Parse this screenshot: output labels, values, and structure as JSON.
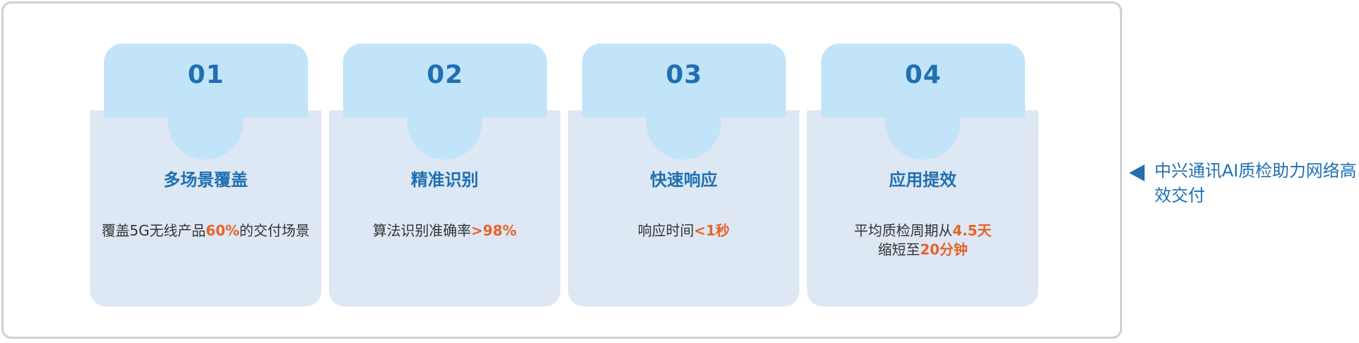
{
  "cards": [
    {
      "number": "01",
      "title": "多场景覆盖",
      "lines": [
        [
          {
            "text": "覆盖5G无线产品"
          },
          {
            "text": "60%",
            "highlight": true
          },
          {
            "text": "的交付场景"
          }
        ]
      ]
    },
    {
      "number": "02",
      "title": "精准识别",
      "lines": [
        [
          {
            "text": "算法识别准确率"
          },
          {
            "text": ">98%",
            "highlight": true
          }
        ]
      ]
    },
    {
      "number": "03",
      "title": "快速响应",
      "lines": [
        [
          {
            "text": "响应时间"
          },
          {
            "text": "<1秒",
            "highlight": true
          }
        ]
      ]
    },
    {
      "number": "04",
      "title": "应用提效",
      "lines": [
        [
          {
            "text": "平均质检周期从"
          },
          {
            "text": "4.5天",
            "highlight": true
          }
        ],
        [
          {
            "text": "缩短至"
          },
          {
            "text": "20分钟",
            "highlight": true
          }
        ]
      ]
    }
  ],
  "side_note": {
    "text": "中兴通讯AI质检助力网络高效交付",
    "icon": "triangle-left-icon"
  },
  "colors": {
    "accent": "#1f6fb2",
    "highlight": "#e8622a",
    "tab": "#c2e4f8",
    "card_body": "#dde8f4",
    "frame_border": "#d0d0d0"
  }
}
